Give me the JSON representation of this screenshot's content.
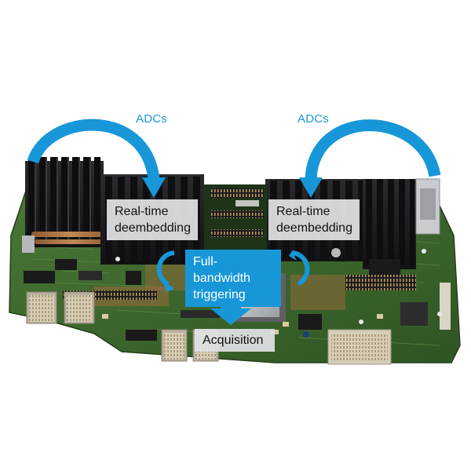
{
  "labels": {
    "adc_left": "ADCs",
    "adc_right": "ADCs",
    "deembed_left": [
      "Real-time",
      "deembedding"
    ],
    "deembed_right": [
      "Real-time",
      "deembedding"
    ],
    "triggering": [
      "Full-bandwidth",
      "triggering"
    ],
    "acquisition": "Acquisition"
  },
  "colors": {
    "accent_blue": "#1797d8",
    "label_blue": "#1a9ad6",
    "label_box_gray": "#dee0e2",
    "pcb_green": "#3f6b2e",
    "heatsink_black": "#1c1c1e",
    "copper": "#b07a46",
    "connector_beige": "#d8ccb0"
  },
  "icons": {
    "left_arrow": "curved-arrow-icon",
    "right_arrow": "curved-arrow-icon",
    "loop_left": "circular-arrow-icon",
    "loop_right": "circular-arrow-icon",
    "down_arrow": "down-arrow-icon"
  }
}
